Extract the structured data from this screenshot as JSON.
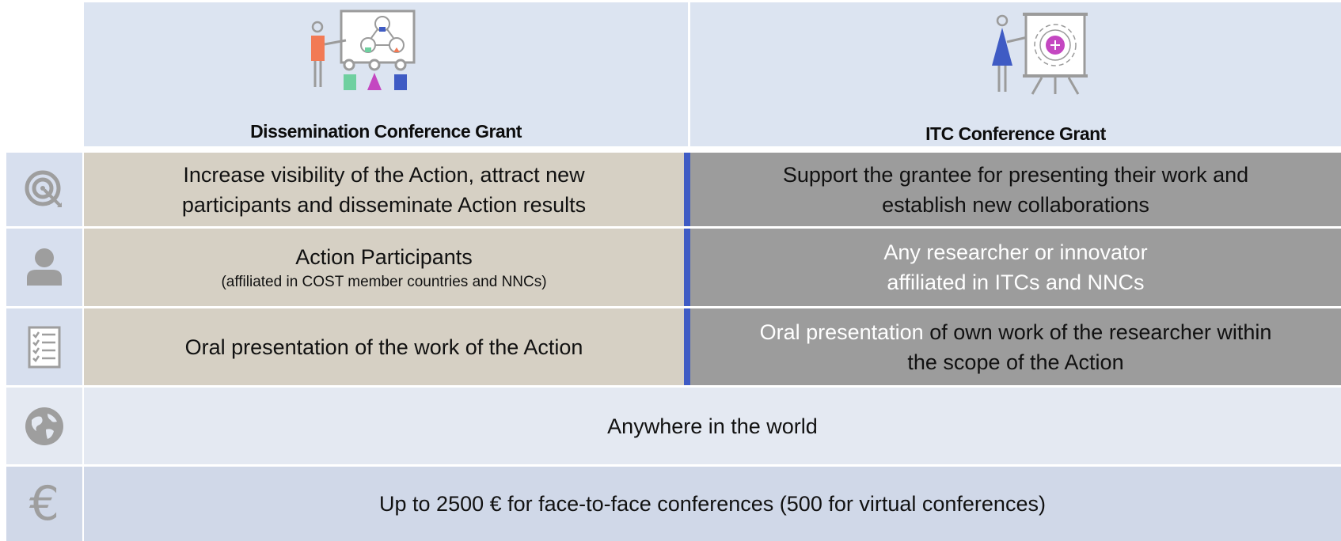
{
  "headers": {
    "left_title": "Dissemination Conference Grant",
    "right_title": "ITC Conference Grant",
    "left_icon": "presenter-network-icon",
    "right_icon": "presenter-easel-icon"
  },
  "rows": [
    {
      "icon": "target-icon",
      "left": {
        "line1": "Increase visibility of the Action, attract new",
        "line2": "participants and disseminate Action results"
      },
      "right": {
        "line1": "Support the grantee for presenting their work and",
        "line2": "establish new collaborations"
      }
    },
    {
      "icon": "person-icon",
      "left": {
        "main": "Action Participants",
        "sub": "(affiliated in COST member countries and NNCs)"
      },
      "right": {
        "line1": "Any researcher or innovator",
        "line2": "affiliated in ITCs and NNCs"
      }
    },
    {
      "icon": "checklist-icon",
      "left": {
        "main": "Oral presentation of the work of the Action"
      },
      "right": {
        "highlight": "Oral presentation",
        "rest": " of own work of the researcher within",
        "line2": "the scope of the Action"
      }
    }
  ],
  "full_rows": [
    {
      "icon": "globe-icon",
      "text": "Anywhere in the world"
    },
    {
      "icon": "euro-icon",
      "symbol": "€",
      "text": "Up to 2500 € for face-to-face conferences (500 for virtual conferences)"
    }
  ],
  "colors": {
    "header_bg": "#dce4f1",
    "beige": "#d6d0c4",
    "grey": "#9c9c9c",
    "blue_accent": "#3f5bc4",
    "icon_grey": "#9e9e9e"
  }
}
